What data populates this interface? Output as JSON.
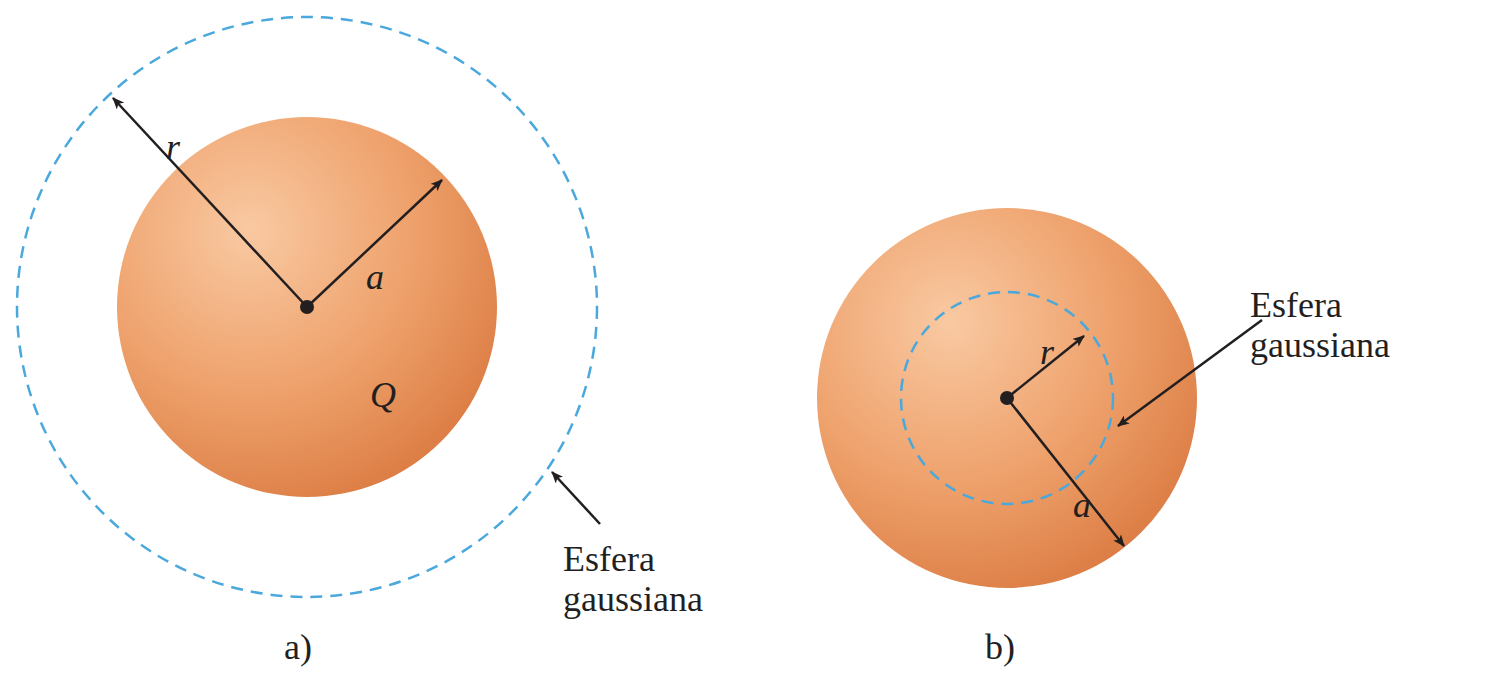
{
  "diagram": {
    "labels": [
      "r",
      "a",
      "Q",
      "Esfera gaussiana",
      "a)",
      "r",
      "Esfera gaussiana",
      "a",
      "b)"
    ]
  }
}
